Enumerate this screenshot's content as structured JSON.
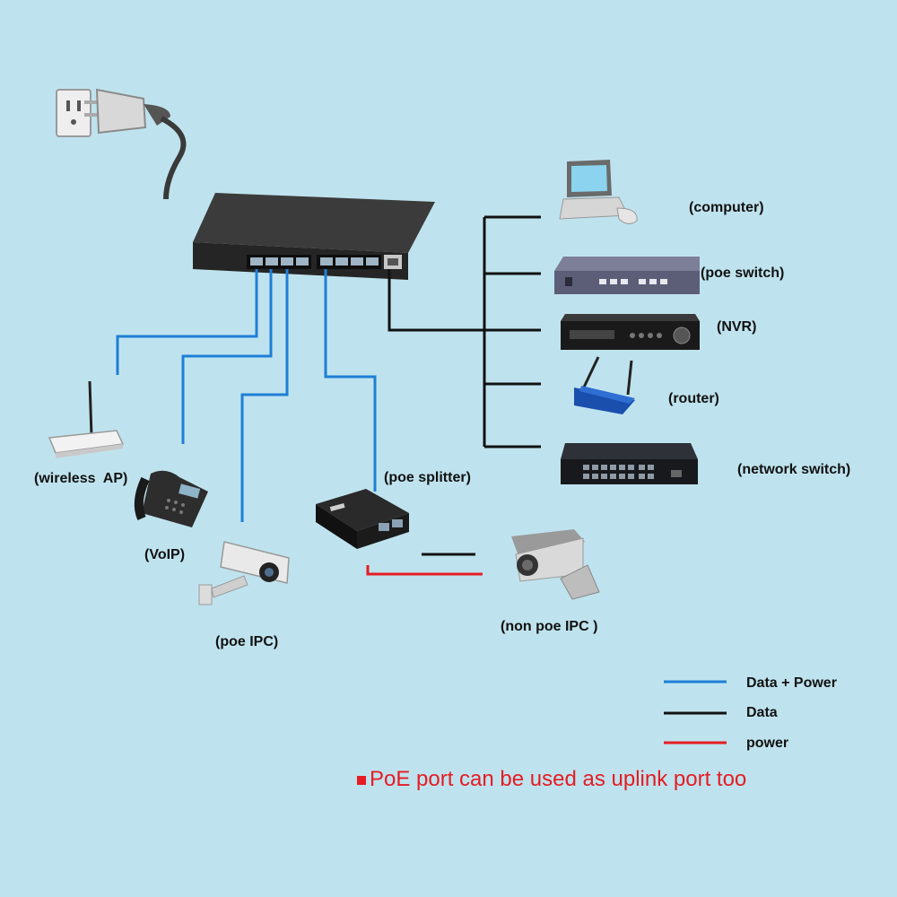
{
  "devices": {
    "computer": "(computer)",
    "poe_switch": "(poe switch)",
    "nvr": "(NVR)",
    "router": "(router)",
    "network_switch": "(network switch)",
    "wireless_ap": "(wireless  AP)",
    "voip": "(VoIP)",
    "poe_ipc": "(poe IPC)",
    "poe_splitter": "(poe splitter)",
    "non_poe_ipc": "(non poe IPC )"
  },
  "legend": {
    "data_power": {
      "label": "Data + Power",
      "color": "#1e7fd6"
    },
    "data": {
      "label": "Data",
      "color": "#111111"
    },
    "power": {
      "label": "power",
      "color": "#e51c23"
    }
  },
  "note": "PoE port can be used as uplink port too",
  "colors": {
    "background": "#bfe3ee",
    "note": "#e51c23"
  }
}
